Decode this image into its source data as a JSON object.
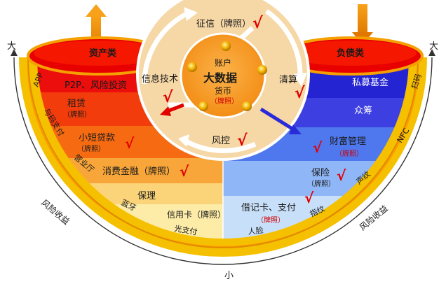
{
  "axis": {
    "big_left": "大",
    "big_right": "大",
    "small_bottom": "小",
    "left_curve_label": "风险收益",
    "right_curve_label": "风险收益"
  },
  "headers": {
    "assets": "资产类",
    "liabilities": "负债类"
  },
  "center": {
    "top": "征信（牌照）",
    "left": "信息技术",
    "right": "清算",
    "bottom": "风控",
    "inner_top": "账户",
    "inner_main": "大数据",
    "inner_sub": "货币",
    "inner_license": "（牌照）"
  },
  "left_bands": [
    {
      "label": "P2P、风险投资",
      "license": "",
      "checked": false
    },
    {
      "label": "租赁",
      "license": "（牌照）",
      "checked": false
    },
    {
      "label": "小短贷款",
      "license": "（牌照）",
      "checked": true
    },
    {
      "label": "消费金融（牌照）",
      "license": "",
      "checked": true
    },
    {
      "label": "保理",
      "license": "",
      "checked": false
    },
    {
      "label": "信用卡（牌照）",
      "license": "",
      "checked": false
    }
  ],
  "right_bands": [
    {
      "label": "私募基金",
      "license": "",
      "checked": false
    },
    {
      "label": "众筹",
      "license": "",
      "checked": false
    },
    {
      "label": "财富管理",
      "license": "（牌照）",
      "checked": true
    },
    {
      "label": "保险",
      "license": "（牌照）",
      "checked": true
    },
    {
      "label": "借记卡、支付",
      "license": "（牌照）",
      "checked": true
    }
  ],
  "rim_left": [
    "APP",
    "与码支付",
    "营业厅",
    "蓝牙",
    "光支付"
  ],
  "rim_right": [
    "扫码",
    "NFC",
    "声纹",
    "指纹",
    "人脸"
  ],
  "check_mark": "√",
  "colors": {
    "assets_red": "#e00000",
    "liabilities_blue": "#2a2ad8",
    "arrow_orange": "#f08a00",
    "rim_yellow": "#f6c400",
    "center_beige": "#f7dcb0"
  }
}
